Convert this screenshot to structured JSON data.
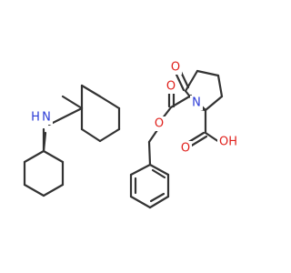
{
  "colors": {
    "bond": "#333333",
    "nitrogen": "#2b3bd6",
    "oxygen": "#e0201b",
    "background": "#ffffff"
  },
  "atoms": {
    "amine_n": "N",
    "amine_h": "H",
    "ring_n": "N",
    "ketone_o": "O",
    "carbamate_o_carbonyl": "O",
    "carbamate_o_ester": "O",
    "acid_o_carbonyl": "O",
    "acid_oh": "OH"
  }
}
